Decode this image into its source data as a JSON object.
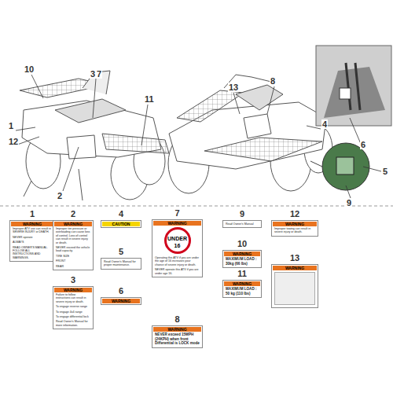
{
  "diagram": {
    "nodes": [
      {
        "text": [
          "1",
          "WARNING",
          "Improper ATV use can result in SEVERE INJURY or DEATH.",
          "NEVER operate",
          "ALWAYS",
          "READ OWNER'S MANUAL. FOLLOW ALL INSTRUCTIONS AND WARNINGS."
        ]
      },
      {
        "text": [
          "2",
          "WARNING",
          "Improper tire pressure or overloading can cause loss of control. Loss of control can result in severe injury or death.",
          "NEVER exceed the vehicle load capacity.",
          "TIRE SIZE",
          "FRONT",
          "REAR"
        ]
      },
      {
        "text": [
          "3",
          "WARNING",
          "Failure to follow instructions can result in severe injury or death.",
          "To engage reverse range",
          "To engage 4x4 range",
          "To engage differential lock",
          "Read Owner's Manual for more information."
        ]
      },
      {
        "text": [
          "4",
          "CAUTION"
        ]
      },
      {
        "text": [
          "5",
          "Read Owner's Manual for proper maintenance."
        ]
      },
      {
        "text": [
          "6",
          "WARNING"
        ]
      },
      {
        "text": [
          "7",
          "WARNING",
          "UNDER 16",
          "Operating this ATV if you are under the age of 16 increases your chance of severe injury or death.",
          "NEVER operate this ATV if you are under age 16."
        ]
      },
      {
        "text": [
          "8",
          "WARNING",
          "NEVER exceed 15MPH (24KPH) when front Differential is LOCK mode"
        ]
      },
      {
        "text": [
          "9",
          "Read Owner's Manual"
        ]
      },
      {
        "text": [
          "10",
          "WARNING",
          "MAXIMUM LOAD : 30kg (66 lbs)"
        ]
      },
      {
        "text": [
          "11",
          "WARNING",
          "MAXIMUM LOAD : 50 kg (110 lbs)"
        ]
      },
      {
        "text": [
          "12",
          "WARNING",
          "Improper towing can result in severe injury or death."
        ]
      },
      {
        "text": [
          "13",
          "WARNING"
        ]
      }
    ],
    "labels": [
      "10",
      "3",
      "7",
      "11",
      "1",
      "12",
      "2",
      "13",
      "8",
      "4",
      "6",
      "5",
      "9"
    ]
  }
}
